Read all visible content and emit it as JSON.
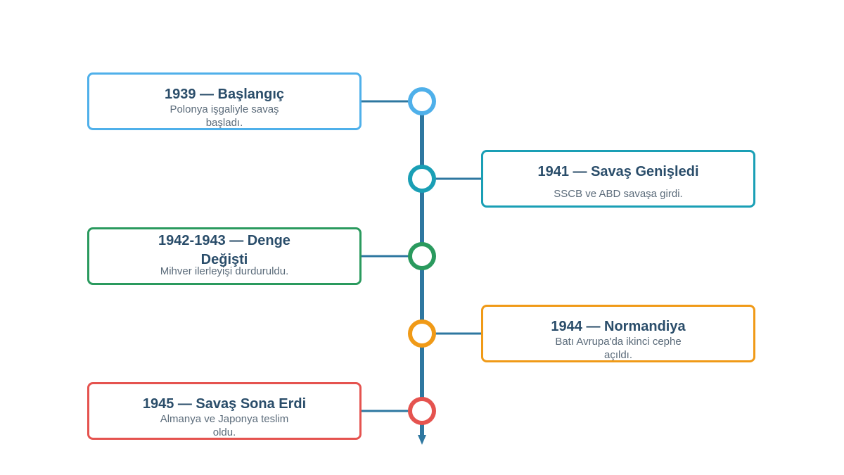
{
  "timeline": {
    "axis_color": "#2e77a0",
    "events": [
      {
        "title": "1939 — Başlangıç",
        "description": "Polonya işgaliyle savaş başladı.",
        "color": "#4fb0ea",
        "side": "left"
      },
      {
        "title": "1941 — Savaş Genişledi",
        "description": "SSCB ve ABD savaşa girdi.",
        "color": "#1a9fb5",
        "side": "right"
      },
      {
        "title": "1942-1943 — Denge Değişti",
        "description": "Mihver ilerleyişi durduruldu.",
        "color": "#2a9a5e",
        "side": "left"
      },
      {
        "title": "1944 — Normandiya",
        "description": "Batı Avrupa'da ikinci cephe açıldı.",
        "color": "#f09a17",
        "side": "right"
      },
      {
        "title": "1945 — Savaş Sona Erdi",
        "description": "Almanya ve Japonya teslim oldu.",
        "color": "#e5534f",
        "side": "left"
      }
    ]
  }
}
